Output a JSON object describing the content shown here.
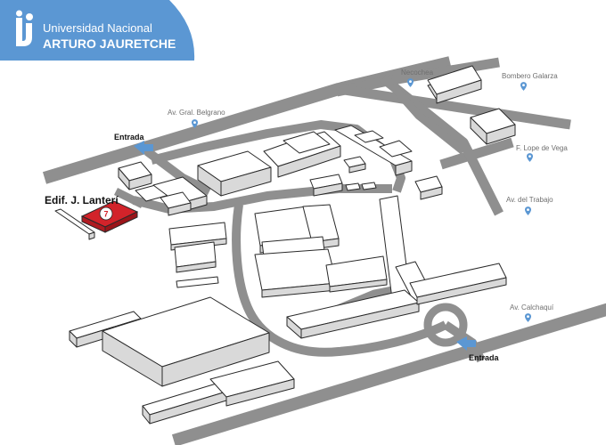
{
  "logo": {
    "line1": "Universidad Nacional",
    "line2": "ARTURO JAURETCHE",
    "brand_color": "#5b97d3",
    "icon": "uj-monogram-icon"
  },
  "streets": {
    "belgrano": "Av. Gral. Belgrano",
    "necochea": "Necochea",
    "bombero": "Bombero Galarza",
    "lope": "F. Lope de Vega",
    "trabajo": "Av. del Trabajo",
    "calchaqui": "Av. Calchaquí"
  },
  "entrances": {
    "north": "Entrada",
    "south": "Entrada"
  },
  "highlight": {
    "label": "Edif. J. Lanterí",
    "number": "7",
    "color": "#d2232a"
  },
  "colors": {
    "road": "#8f8f8f",
    "arrow": "#5b97d3",
    "pin": "#5b97d3"
  }
}
